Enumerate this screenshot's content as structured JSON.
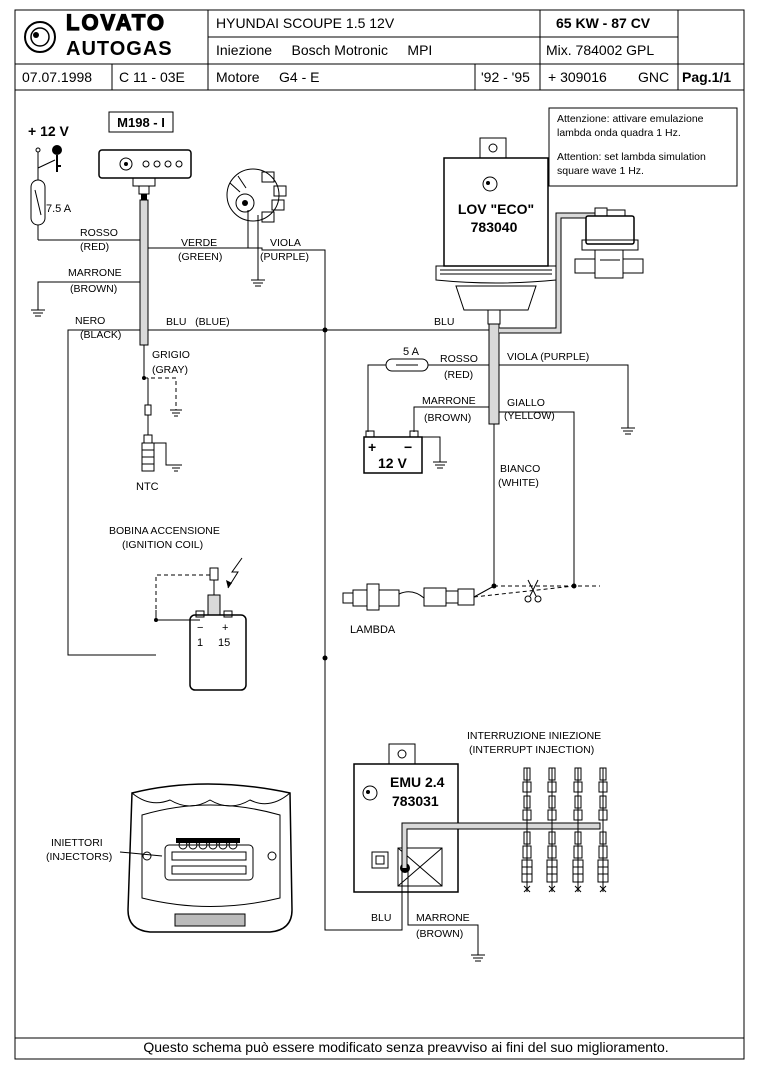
{
  "header": {
    "brand_top": "LOVATO",
    "brand_bottom": "AUTOGAS",
    "vehicle": "HYUNDAI  SCOUPE  1.5  12V",
    "power": "65 KW - 87 CV",
    "injection": "Iniezione     Bosch Motronic     MPI",
    "mixer": "Mix. 784002  GPL",
    "date": "07.07.1998",
    "code": "C 11 - 03E",
    "engine": "Motore     G4 - E",
    "years": "'92 - '95",
    "part": "+ 309016",
    "fuel": "GNC",
    "page": "Pag.1/1"
  },
  "notice": {
    "it_line1": "Attenzione: attivare emulazione",
    "it_line2": "lambda onda quadra 1 Hz.",
    "en_line1": "Attention: set lambda simulation",
    "en_line2": "square wave 1 Hz."
  },
  "components": {
    "plus12v": "+ 12 V",
    "fuse_left": "7.5 A",
    "m198": "M198 - I",
    "lov_name": "LOV \"ECO\"",
    "lov_code": "783040",
    "fuse_right": "5 A",
    "battery_plus": "+",
    "battery_minus": "−",
    "battery_label": "12 V",
    "ntc": "NTC",
    "coil_it": "BOBINA ACCENSIONE",
    "coil_en": "(IGNITION COIL)",
    "coil_minus": "−",
    "coil_plus": "+",
    "coil_pin1": "1",
    "coil_pin15": "15",
    "lambda": "LAMBDA",
    "emu_name": "EMU 2.4",
    "emu_code": "783031",
    "interrupt_it": "INTERRUZIONE INIEZIONE",
    "interrupt_en": "(INTERRUPT INJECTION)",
    "injectors_it": "INIETTORI",
    "injectors_en": "(INJECTORS)"
  },
  "wires": {
    "rosso": "ROSSO",
    "red": "(RED)",
    "verde": "VERDE",
    "green": "(GREEN)",
    "viola": "VIOLA",
    "purple": "(PURPLE)",
    "marrone": "MARRONE",
    "brown": "(BROWN)",
    "nero": "NERO",
    "black": "(BLACK)",
    "blu_blue": "BLU   (BLUE)",
    "blu": "BLU",
    "grigio": "GRIGIO",
    "gray": "(GRAY)",
    "rosso_r": "ROSSO",
    "red_r": "(RED)",
    "viola_purple": "VIOLA (PURPLE)",
    "marrone_r": "MARRONE",
    "brown_r": "(BROWN)",
    "giallo": "GIALLO",
    "yellow": "(YELLOW)",
    "bianco": "BIANCO",
    "white": "(WHITE)",
    "blu_emu": "BLU",
    "marrone_emu": "MARRONE",
    "brown_emu": "(BROWN)"
  },
  "footer": "Questo schema può essere modificato senza preavviso ai fini del suo miglioramento."
}
